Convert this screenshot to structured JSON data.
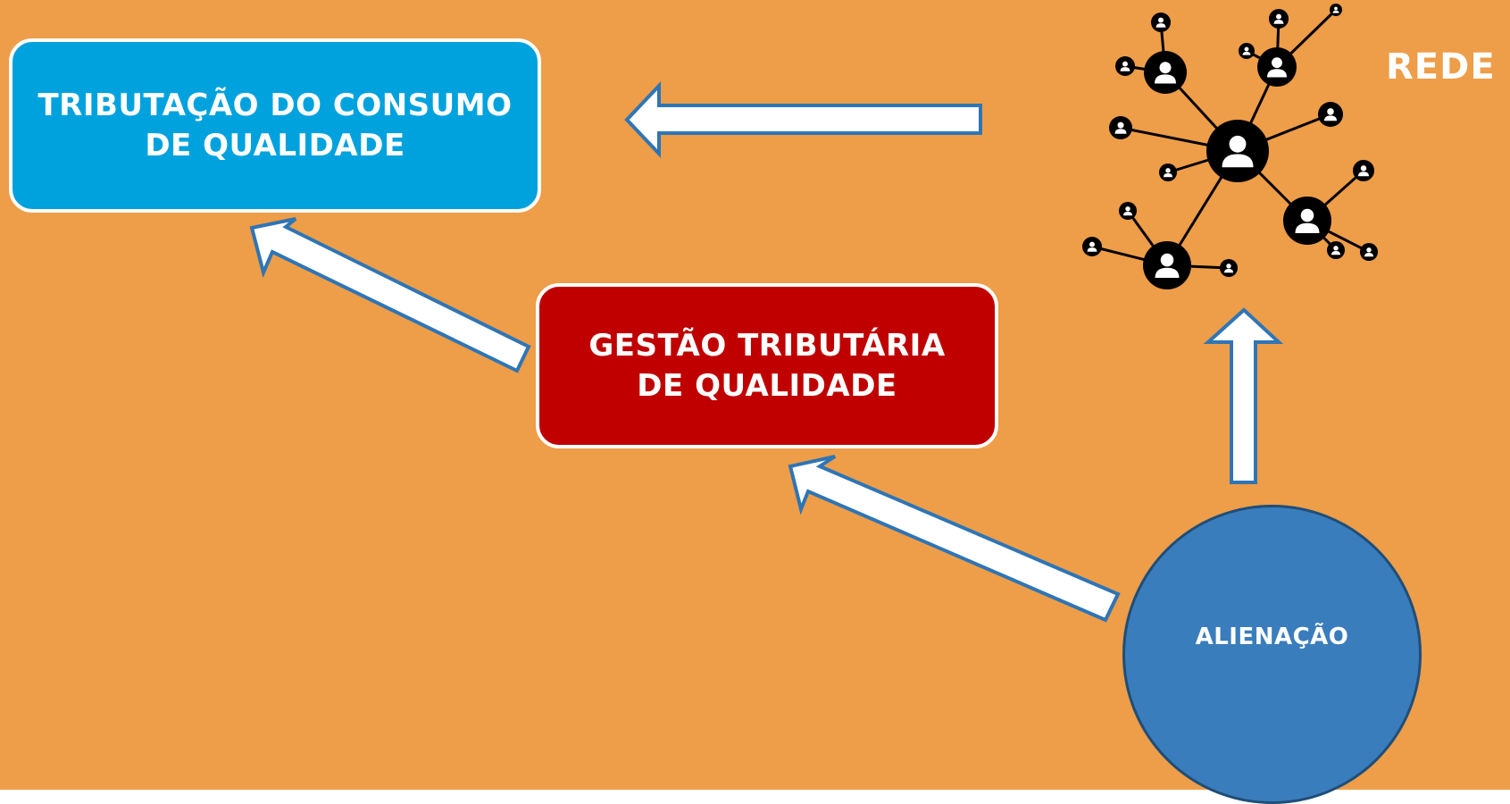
{
  "colors": {
    "background": "#EE9D48",
    "box_consumo": "#00A2DE",
    "box_gestao": "#C00000",
    "circle": "#3A7DBC",
    "arrow_fill": "#FFFFFF",
    "arrow_stroke": "#2E75B6",
    "network": "#000000"
  },
  "nodes": {
    "consumo": {
      "lines": [
        "TRIBUTAÇÃO DO CONSUMO",
        "DE QUALIDADE"
      ]
    },
    "gestao": {
      "lines": [
        "GESTÃO TRIBUTÁRIA",
        "DE QUALIDADE"
      ]
    },
    "alienacao": {
      "label": "ALIENAÇÃO"
    },
    "rede": {
      "label": "REDE",
      "icon": "network-people-icon"
    }
  },
  "edges": [
    {
      "from": "rede",
      "to": "consumo"
    },
    {
      "from": "gestao",
      "to": "consumo"
    },
    {
      "from": "alienacao",
      "to": "gestao"
    },
    {
      "from": "alienacao",
      "to": "rede"
    }
  ]
}
